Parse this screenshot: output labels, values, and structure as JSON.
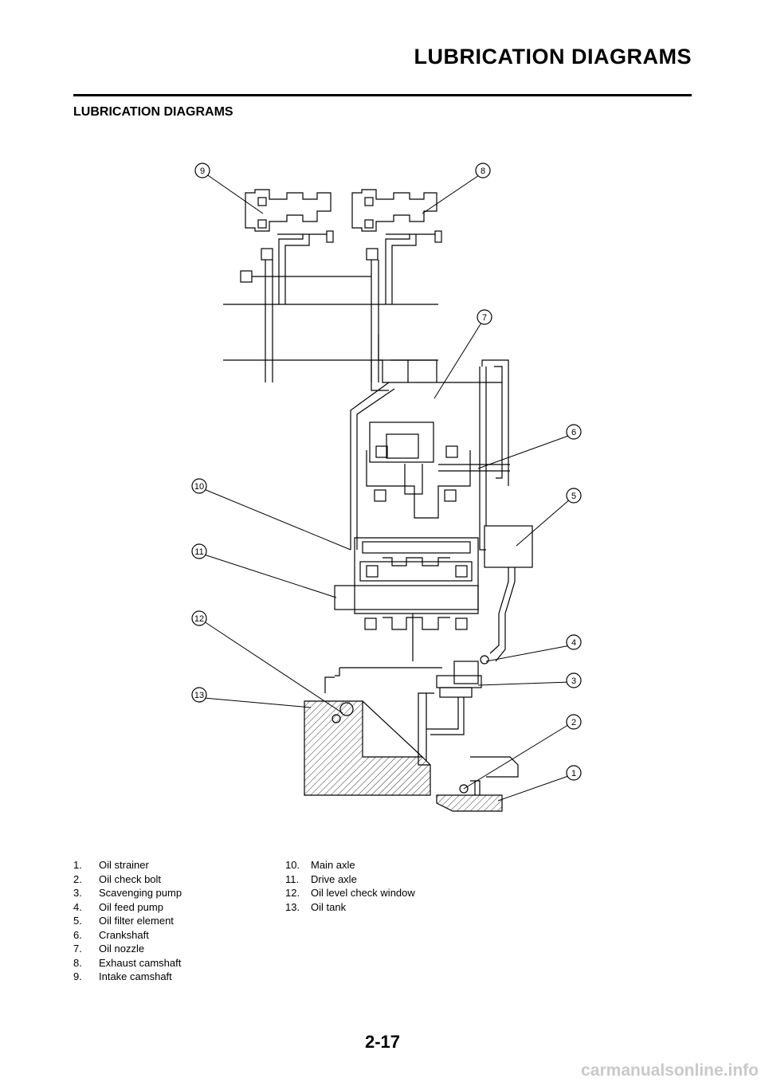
{
  "header": {
    "title": "LUBRICATION DIAGRAMS"
  },
  "section": {
    "title": "LUBRICATION DIAGRAMS"
  },
  "callouts": [
    "1",
    "2",
    "3",
    "4",
    "5",
    "6",
    "7",
    "8",
    "9",
    "10",
    "11",
    "12",
    "13"
  ],
  "legend": {
    "col1": [
      {
        "num": "1.",
        "label": "Oil strainer"
      },
      {
        "num": "2.",
        "label": "Oil check bolt"
      },
      {
        "num": "3.",
        "label": "Scavenging pump"
      },
      {
        "num": "4.",
        "label": "Oil feed pump"
      },
      {
        "num": "5.",
        "label": "Oil filter element"
      },
      {
        "num": "6.",
        "label": "Crankshaft"
      },
      {
        "num": "7.",
        "label": "Oil nozzle"
      },
      {
        "num": "8.",
        "label": "Exhaust camshaft"
      },
      {
        "num": "9.",
        "label": "Intake camshaft"
      }
    ],
    "col2": [
      {
        "num": "10.",
        "label": "Main axle"
      },
      {
        "num": "11.",
        "label": "Drive axle"
      },
      {
        "num": "12.",
        "label": "Oil level check window"
      },
      {
        "num": "13.",
        "label": "Oil tank"
      }
    ]
  },
  "footer": {
    "page_number": "2-17"
  },
  "watermark": {
    "text": "carmanualsonline.info"
  }
}
